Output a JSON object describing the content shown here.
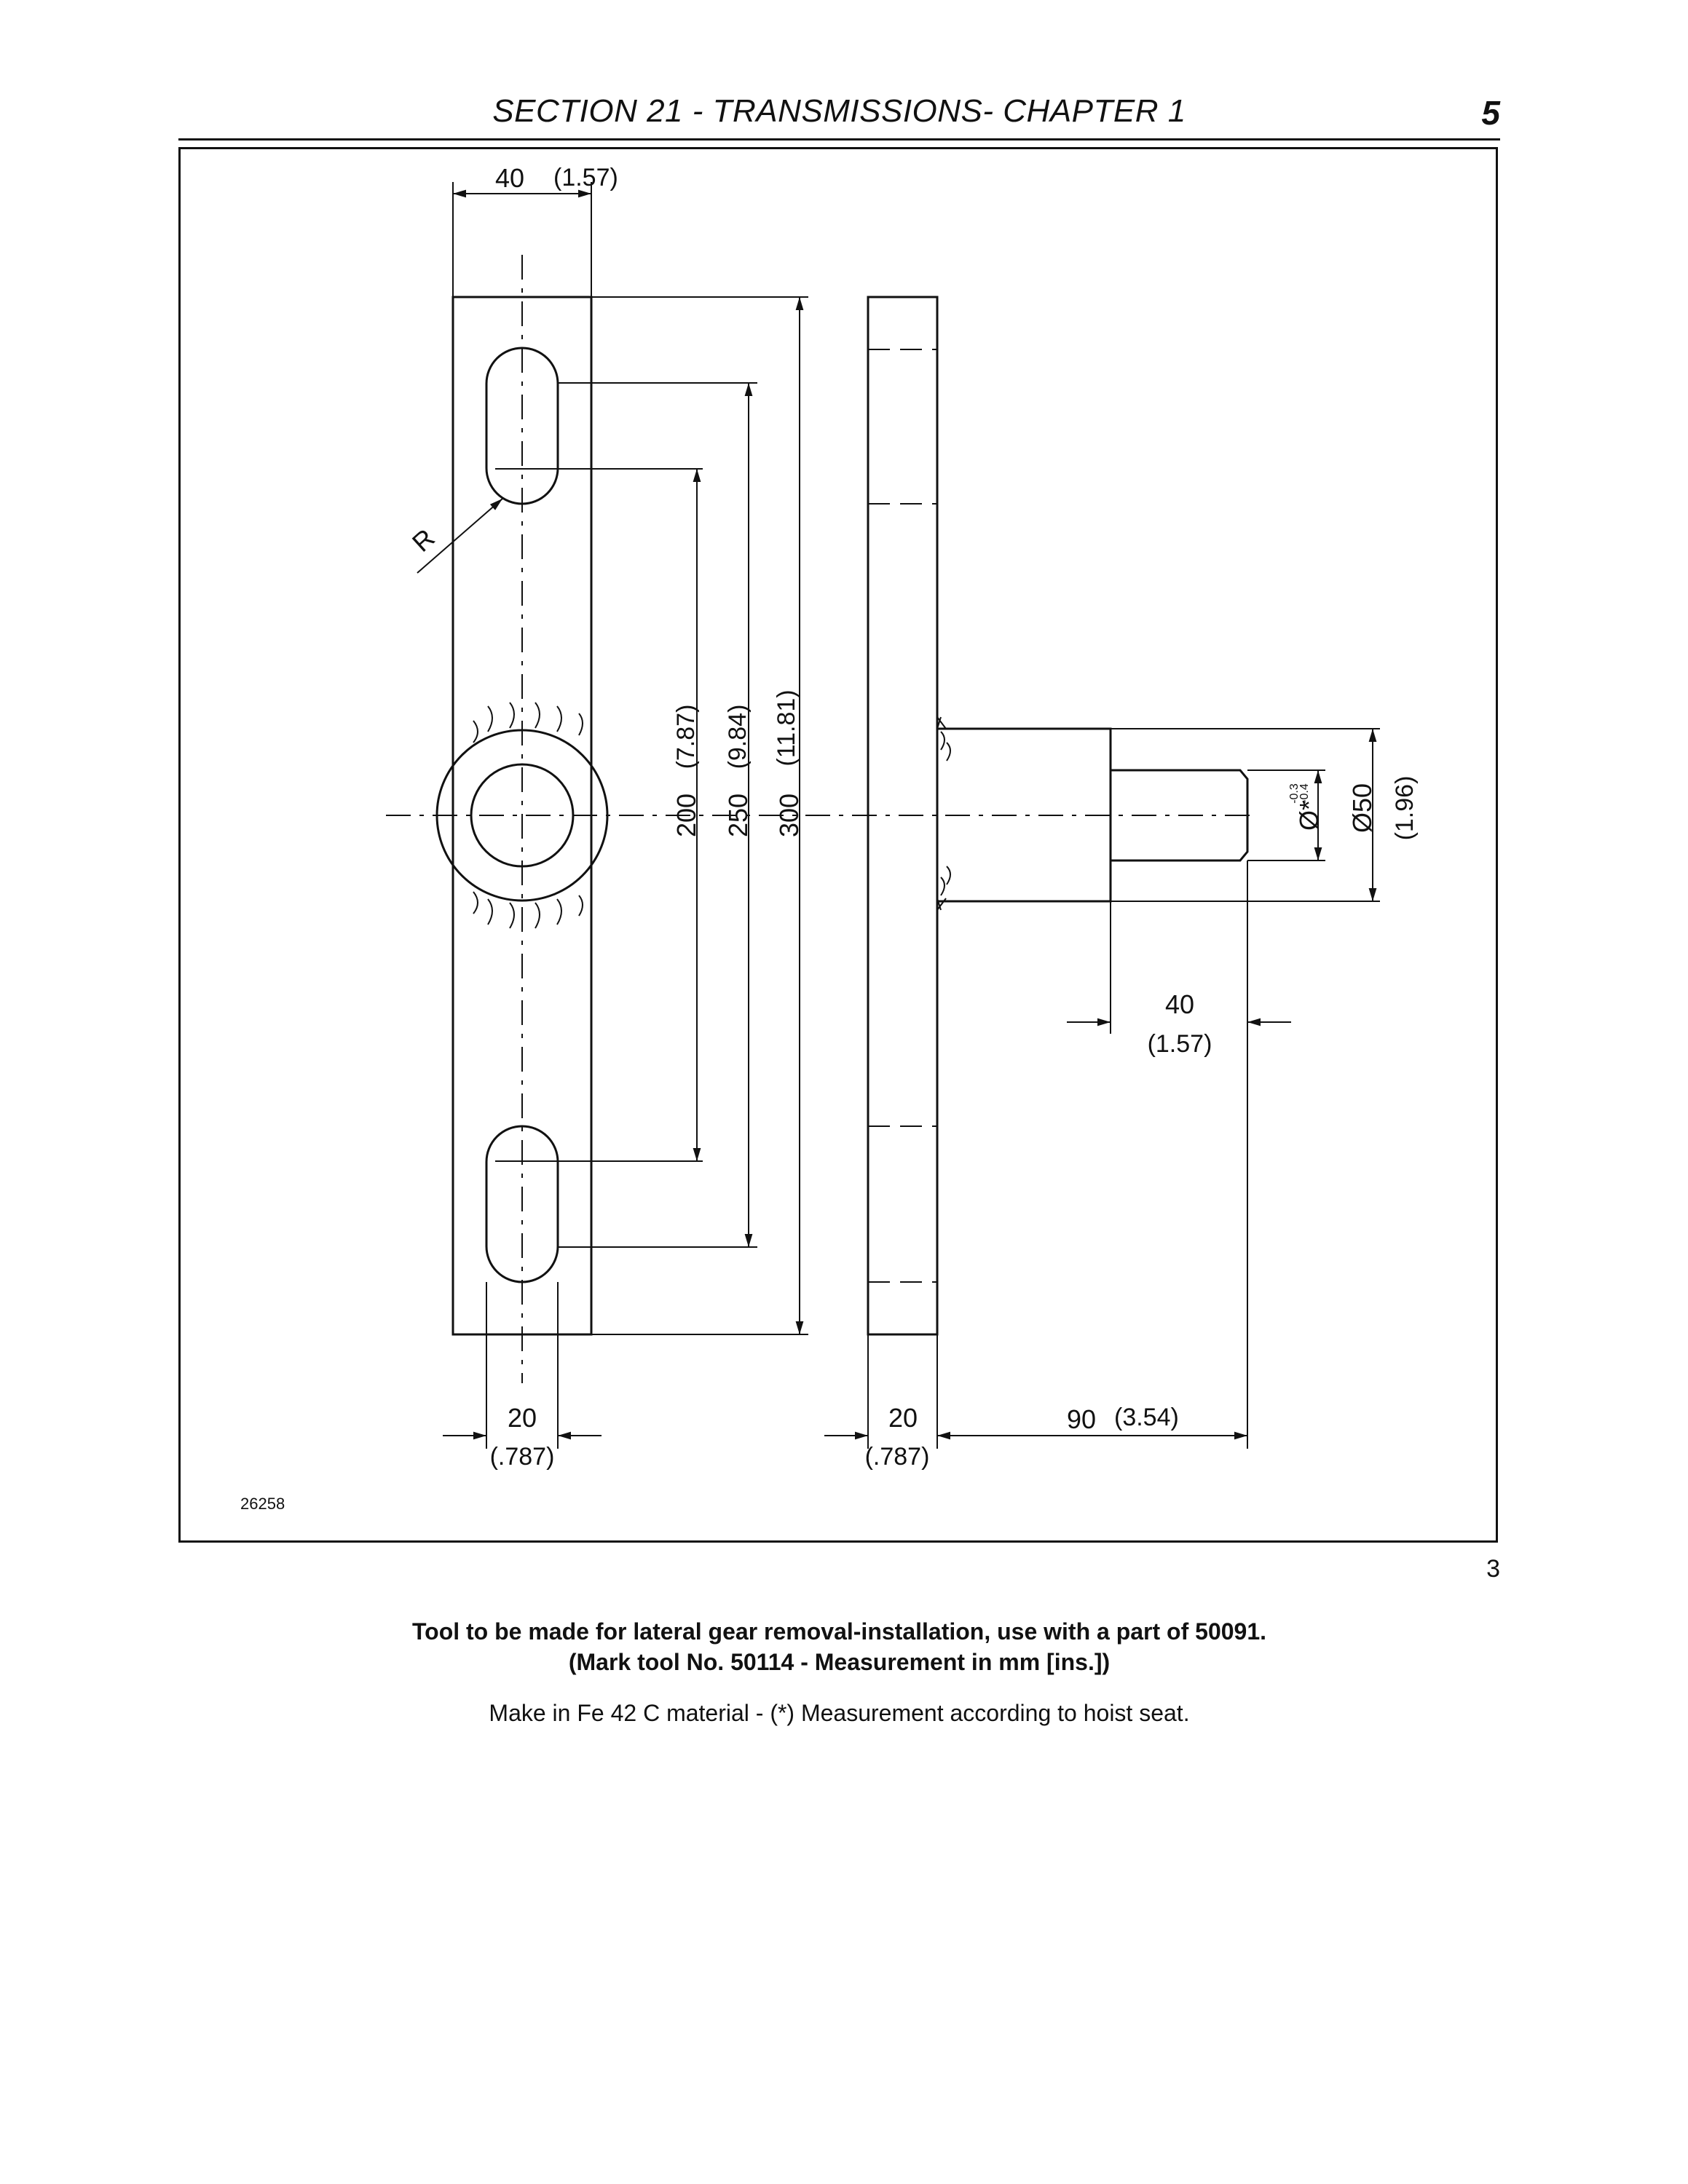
{
  "header": {
    "title": "SECTION 21 - TRANSMISSIONS- CHAPTER 1",
    "page_number": "5"
  },
  "drawing": {
    "figure_ref": "26258",
    "dims": {
      "top_width": "40",
      "top_width_in": "(1.57)",
      "radius_label": "R",
      "d200": "200",
      "d200_in": "(7.87)",
      "d250": "250",
      "d250_in": "(9.84)",
      "d300": "300",
      "d300_in": "(11.81)",
      "phi_star": "Ø*",
      "tol_upper": "-0.3",
      "tol_lower": "-0.4",
      "phi50": "Ø50",
      "phi50_in": "(1.96)",
      "pin_len": "40",
      "pin_len_in": "(1.57)",
      "slot_w": "20",
      "slot_w_in": "(.787)",
      "plate_t": "20",
      "plate_t_in": "(.787)",
      "overall": "90",
      "overall_in": "(3.54)"
    }
  },
  "figure_number": "3",
  "caption": {
    "line1": "Tool to be made for lateral gear removal-installation, use with a part of 50091.",
    "line2": "(Mark tool No. 50114 - Measurement in mm [ins.])",
    "line3": "Make in Fe 42 C material - (*) Measurement according to hoist seat."
  }
}
